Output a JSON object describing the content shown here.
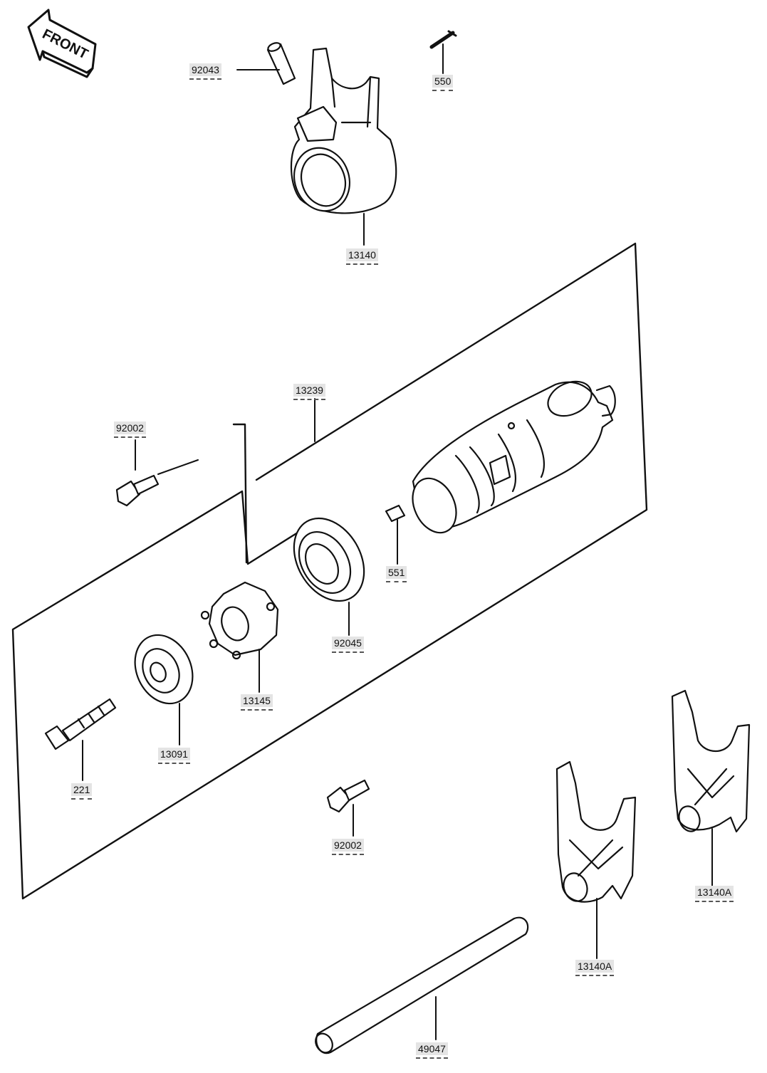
{
  "diagram": {
    "front_marker": "FRONT",
    "parts": [
      {
        "id": "part-92043",
        "number": "92043"
      },
      {
        "id": "part-550",
        "number": "550"
      },
      {
        "id": "part-13140",
        "number": "13140"
      },
      {
        "id": "part-13239",
        "number": "13239"
      },
      {
        "id": "part-92002-upper",
        "number": "92002"
      },
      {
        "id": "part-551",
        "number": "551"
      },
      {
        "id": "part-92045",
        "number": "92045"
      },
      {
        "id": "part-13145",
        "number": "13145"
      },
      {
        "id": "part-13091",
        "number": "13091"
      },
      {
        "id": "part-221",
        "number": "221"
      },
      {
        "id": "part-92002-lower",
        "number": "92002"
      },
      {
        "id": "part-13140a-right",
        "number": "13140A"
      },
      {
        "id": "part-13140a-center",
        "number": "13140A"
      },
      {
        "id": "part-49047",
        "number": "49047"
      }
    ]
  }
}
